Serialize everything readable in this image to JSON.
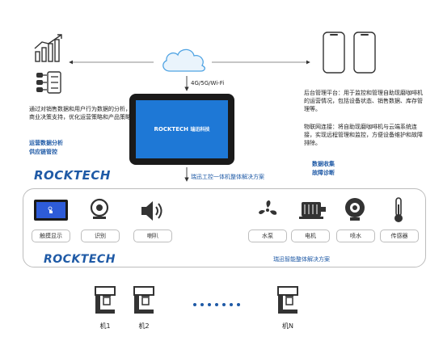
{
  "left_panel": {
    "description": "通过对销售数据和用户行为数据的分析，提供商业决策支持，优化运营策略和产品策略",
    "tags": [
      "运营数据分析",
      "供应链管控"
    ]
  },
  "cloud_link": {
    "label": "4G/5G/Wi-Fi"
  },
  "tablet": {
    "brand": "ROCKTECH",
    "brand_cn": "瑞迅科技",
    "caption": "瑞迅工控一体机整体解决方案"
  },
  "right_panel": {
    "backend": "后台管理平台：用于监控和管理自助现磨咖啡机的运营情况，包括设备状态、销售数据、库存管理等。",
    "iot": "物联网连接：将自助现磨咖啡机与云端系统连接，实现远程管理和监控，方便设备维护和故障排除。",
    "tags": [
      "数据收集",
      "故障诊断"
    ]
  },
  "brand_logo_top": "ROCKTECH",
  "solution_box": {
    "brand": "ROCKTECH",
    "caption": "瑞迅智能整体解决方案",
    "left_items": [
      {
        "label": "触摸显示",
        "icon": "touch-display-icon"
      },
      {
        "label": "识别",
        "icon": "camera-icon"
      },
      {
        "label": "喇叭",
        "icon": "speaker-icon"
      }
    ],
    "right_items": [
      {
        "label": "水泵",
        "icon": "pump-fan-icon"
      },
      {
        "label": "电机",
        "icon": "motor-icon"
      },
      {
        "label": "喷水",
        "icon": "sprayer-icon"
      },
      {
        "label": "传感器",
        "icon": "thermometer-icon"
      }
    ]
  },
  "machines": [
    {
      "label": "机1"
    },
    {
      "label": "机2"
    },
    {
      "label": "机N"
    }
  ],
  "colors": {
    "brand_blue": "#1f5aa6",
    "screen_blue": "#1e78d6",
    "cloud_blue": "#4fa3e3"
  }
}
